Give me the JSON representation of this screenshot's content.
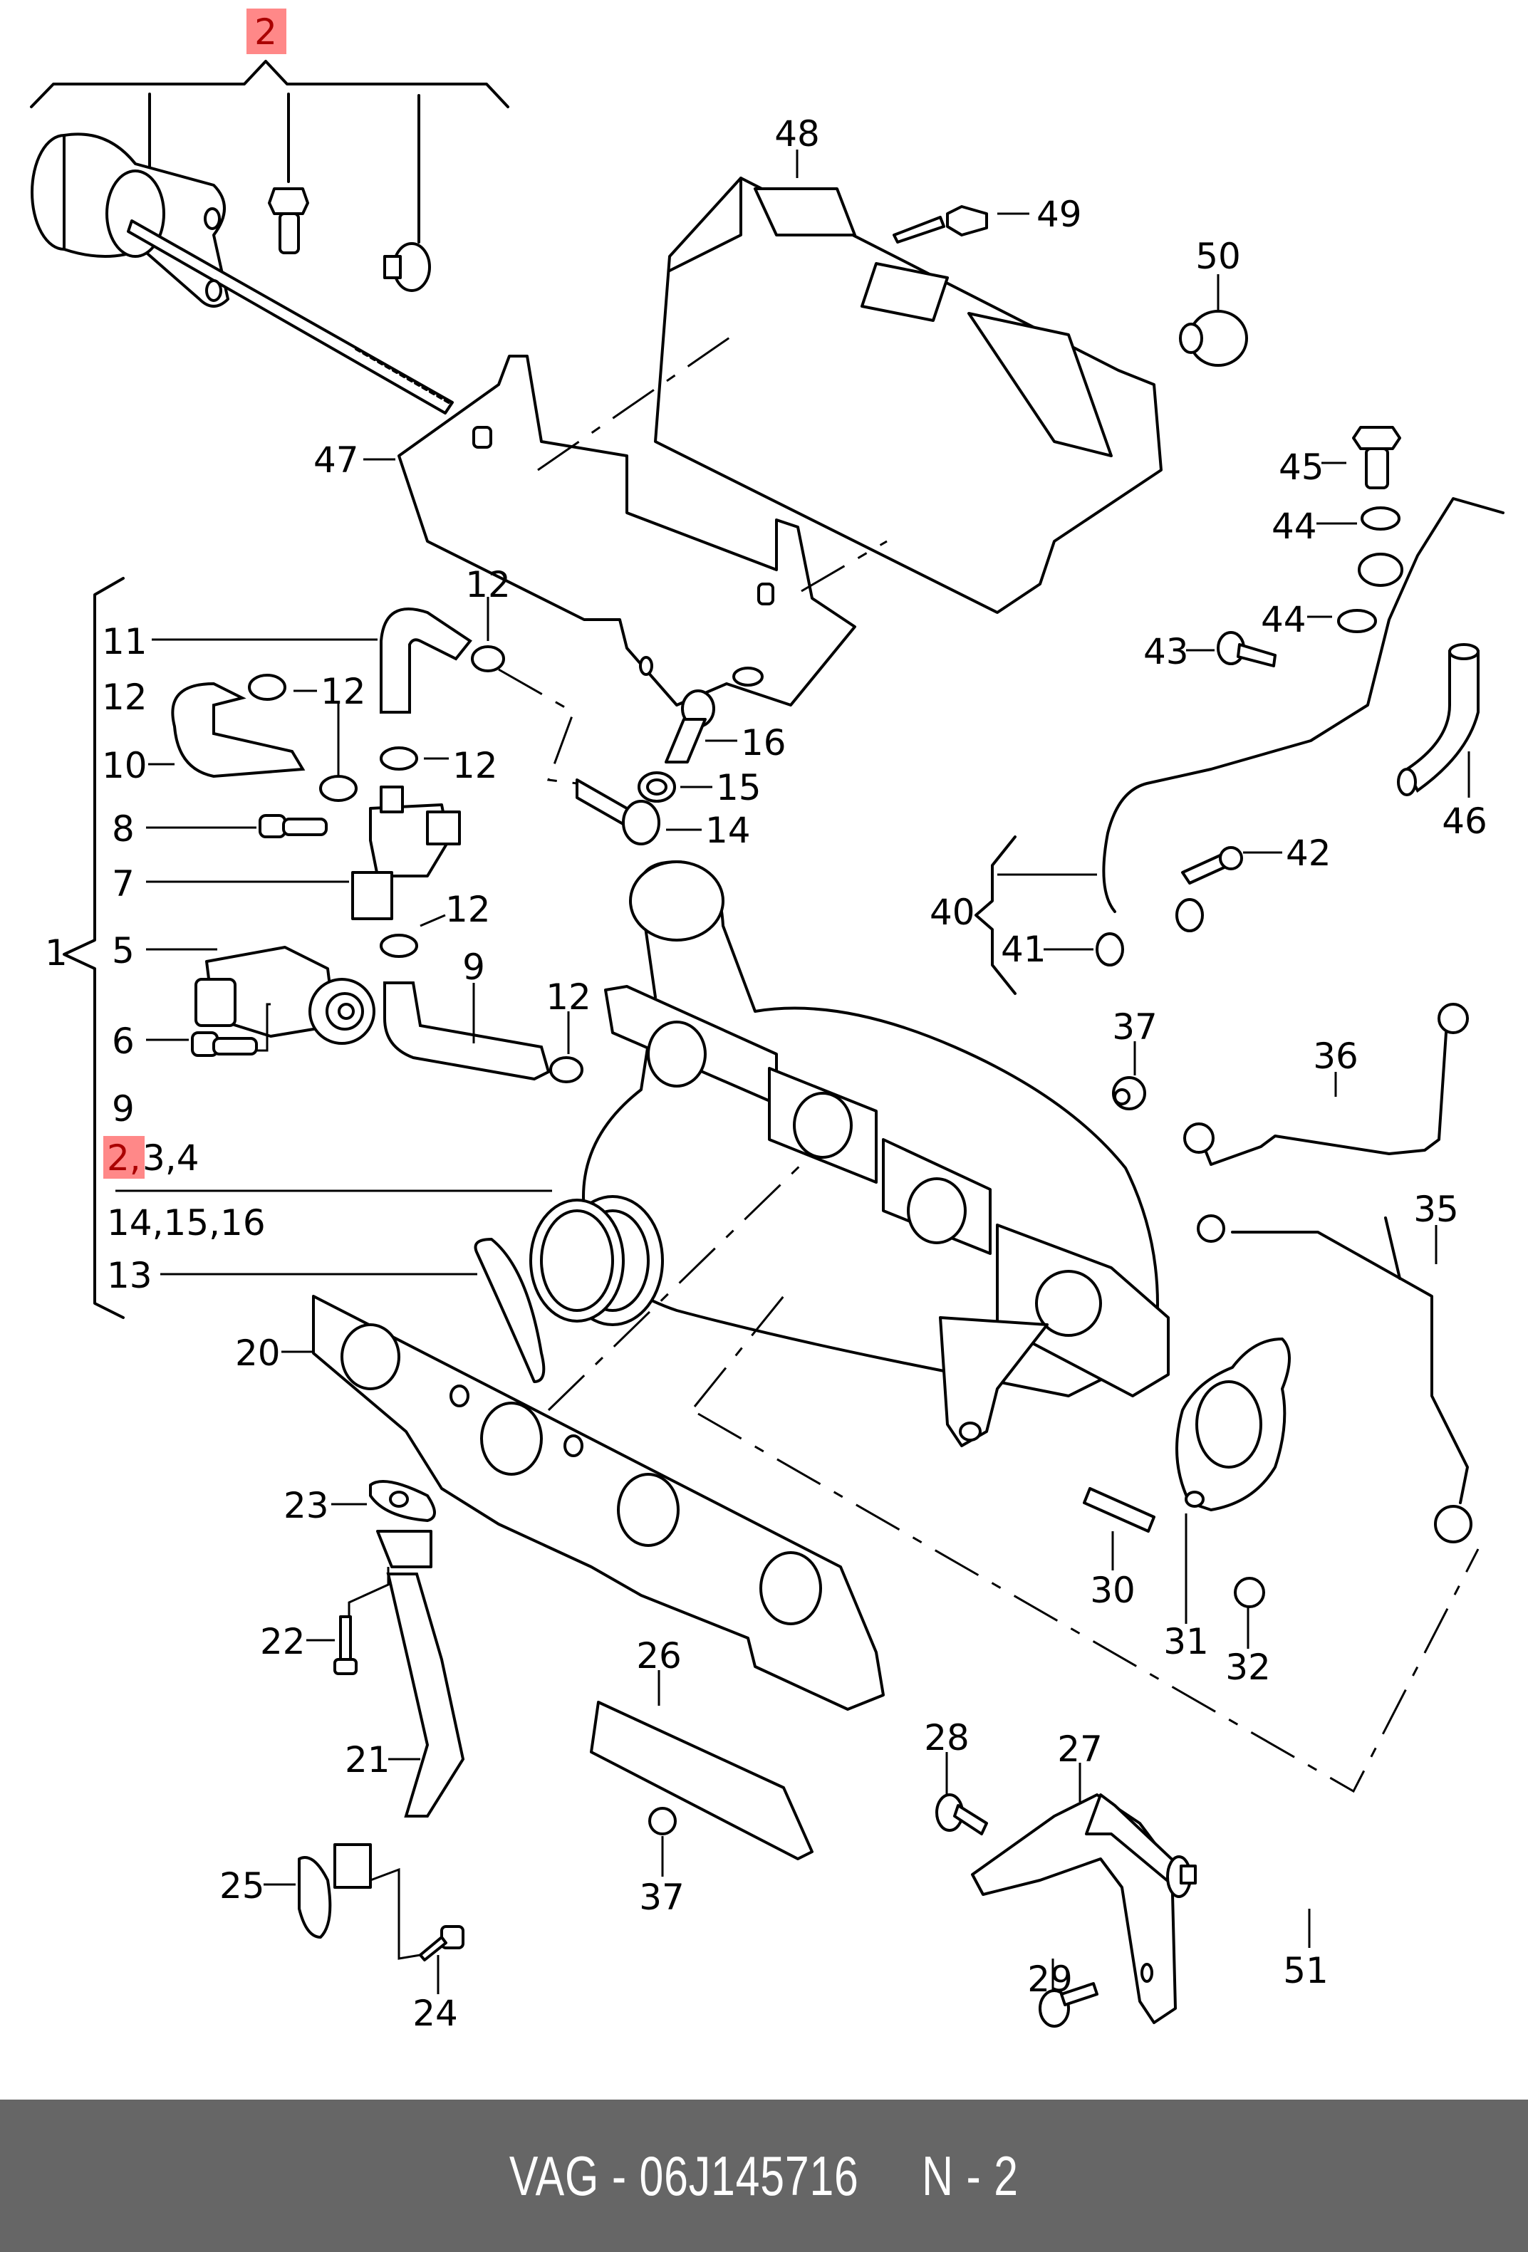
{
  "diagram": {
    "title": "Turbocharger exploded parts diagram",
    "highlight_color": "#ff8888",
    "callouts": [
      {
        "id": "c-2-top",
        "label": "2",
        "highlighted": true
      },
      {
        "id": "c-48",
        "label": "48"
      },
      {
        "id": "c-49",
        "label": "49"
      },
      {
        "id": "c-50",
        "label": "50"
      },
      {
        "id": "c-47",
        "label": "47"
      },
      {
        "id": "c-45",
        "label": "45"
      },
      {
        "id": "c-44a",
        "label": "44"
      },
      {
        "id": "c-44b",
        "label": "44"
      },
      {
        "id": "c-43",
        "label": "43"
      },
      {
        "id": "c-46",
        "label": "46"
      },
      {
        "id": "c-42",
        "label": "42"
      },
      {
        "id": "c-40",
        "label": "40"
      },
      {
        "id": "c-41",
        "label": "41"
      },
      {
        "id": "c-12a",
        "label": "12"
      },
      {
        "id": "c-11",
        "label": "11"
      },
      {
        "id": "c-12b",
        "label": "12"
      },
      {
        "id": "c-12c",
        "label": "12"
      },
      {
        "id": "c-10",
        "label": "10"
      },
      {
        "id": "c-12d",
        "label": "12"
      },
      {
        "id": "c-16",
        "label": "16"
      },
      {
        "id": "c-15",
        "label": "15"
      },
      {
        "id": "c-14",
        "label": "14"
      },
      {
        "id": "c-8",
        "label": "8"
      },
      {
        "id": "c-7",
        "label": "7"
      },
      {
        "id": "c-12e",
        "label": "12"
      },
      {
        "id": "c-1",
        "label": "1"
      },
      {
        "id": "c-5",
        "label": "5"
      },
      {
        "id": "c-9a",
        "label": "9"
      },
      {
        "id": "c-12f",
        "label": "12"
      },
      {
        "id": "c-6",
        "label": "6"
      },
      {
        "id": "c-37a",
        "label": "37"
      },
      {
        "id": "c-36",
        "label": "36"
      },
      {
        "id": "c-9b",
        "label": "9"
      },
      {
        "id": "c-234-2",
        "label": "2,",
        "highlighted": true
      },
      {
        "id": "c-234-rest",
        "label": "3,4"
      },
      {
        "id": "c-141516",
        "label": "14,15,16"
      },
      {
        "id": "c-35",
        "label": "35"
      },
      {
        "id": "c-13",
        "label": "13"
      },
      {
        "id": "c-20",
        "label": "20"
      },
      {
        "id": "c-23",
        "label": "23"
      },
      {
        "id": "c-22",
        "label": "22"
      },
      {
        "id": "c-30",
        "label": "30"
      },
      {
        "id": "c-31",
        "label": "31"
      },
      {
        "id": "c-32",
        "label": "32"
      },
      {
        "id": "c-26",
        "label": "26"
      },
      {
        "id": "c-21",
        "label": "21"
      },
      {
        "id": "c-28",
        "label": "28"
      },
      {
        "id": "c-27",
        "label": "27"
      },
      {
        "id": "c-25",
        "label": "25"
      },
      {
        "id": "c-37b",
        "label": "37"
      },
      {
        "id": "c-51",
        "label": "51"
      },
      {
        "id": "c-29",
        "label": "29"
      },
      {
        "id": "c-24",
        "label": "24"
      }
    ]
  },
  "footer": {
    "brand": "VAG",
    "separator": " - ",
    "part_number": "06J145716",
    "position": "N - 2",
    "text": "VAG - 06J145716     N - 2"
  }
}
